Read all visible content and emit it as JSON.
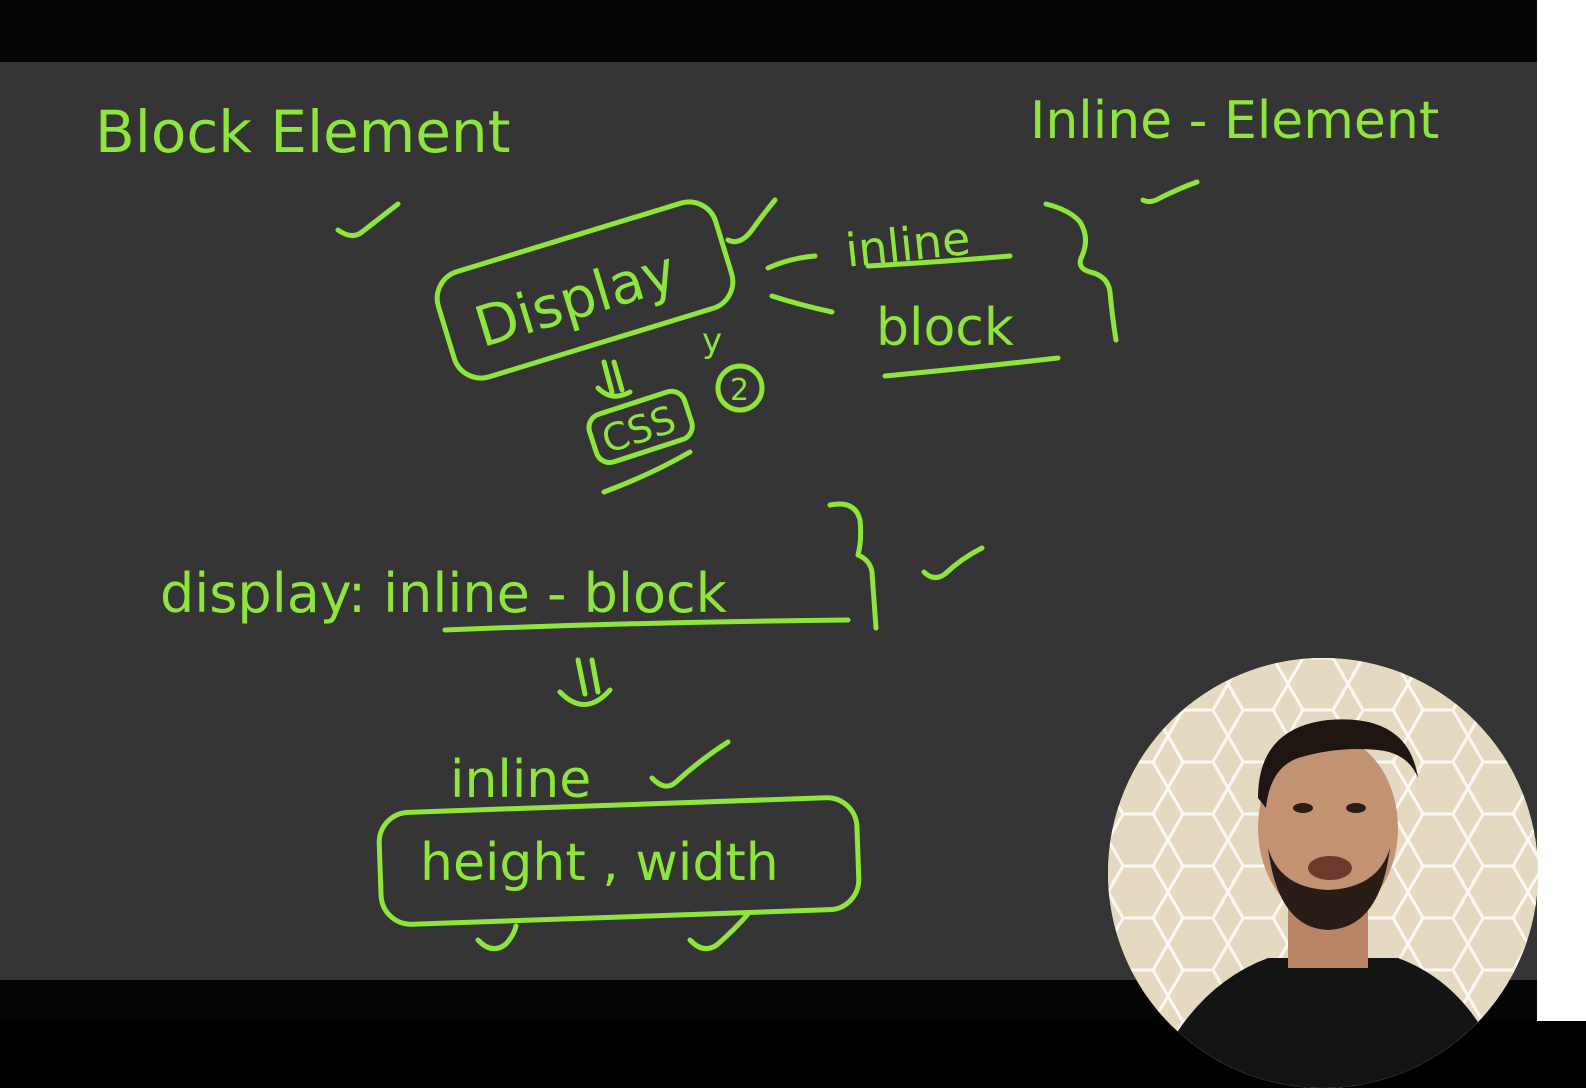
{
  "board": {
    "heading_left": "Block Element",
    "heading_right": "Inline - Element",
    "display_box": "Display",
    "option_inline": "inline",
    "option_block": "block",
    "css_box": "CSS",
    "circled_number": "2",
    "y_mark": "y",
    "declaration": "display: inline - block",
    "result_word": "inline",
    "props_box": "height , width"
  },
  "colors": {
    "ink": "#8ee63c",
    "board": "#353535"
  },
  "webcam": {
    "description_icon": "presenter-webcam"
  }
}
